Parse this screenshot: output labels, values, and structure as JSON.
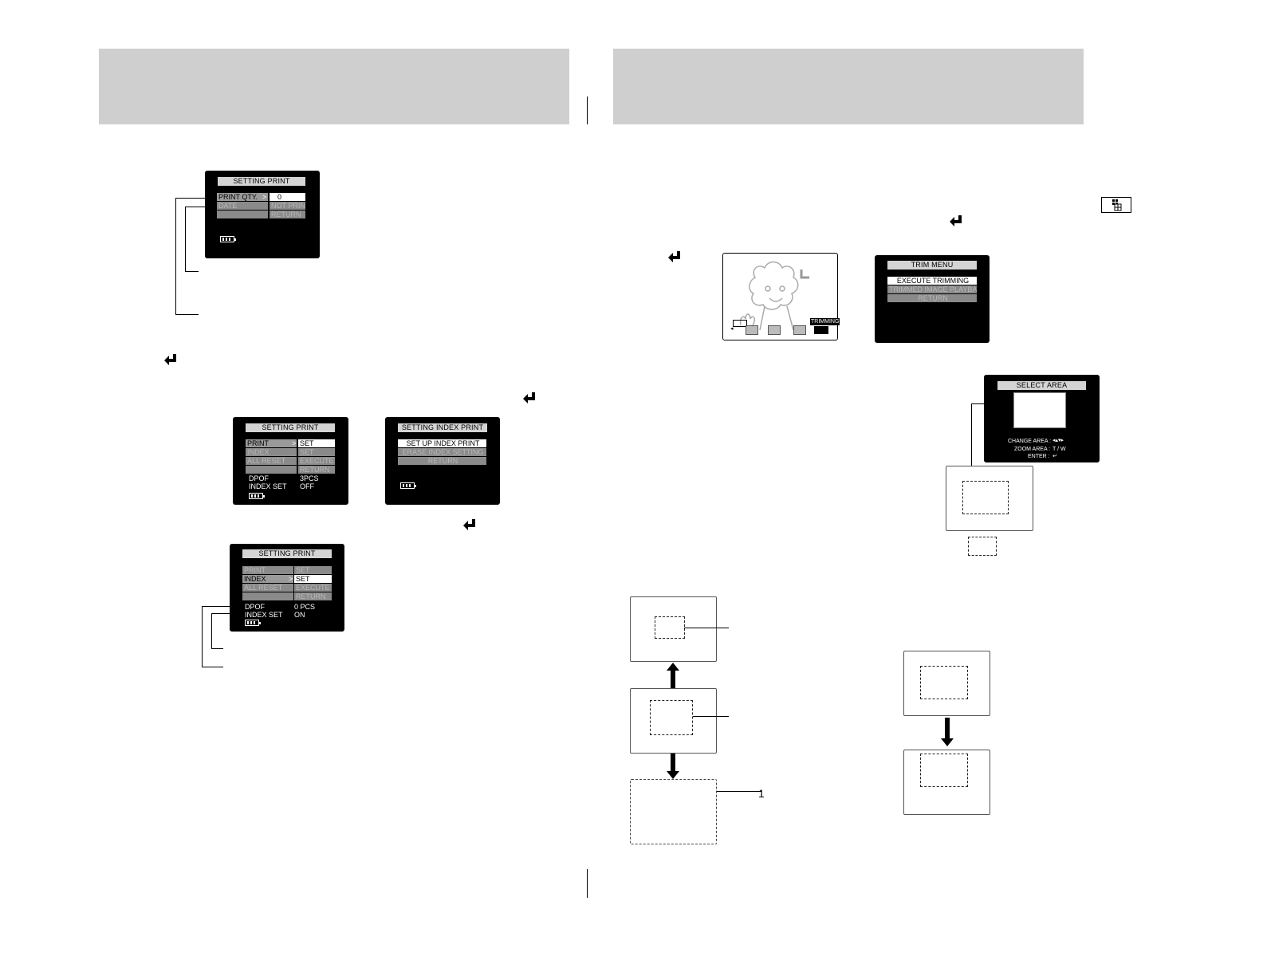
{
  "screens": {
    "setting_print_1": {
      "title": "SETTING PRINT",
      "rows": [
        {
          "label": "PRINT QTY.",
          "value": "0",
          "arrow": ">"
        },
        {
          "label": "DATE",
          "value": "NOT PRINT"
        },
        {
          "label": "",
          "value": "RETURN"
        }
      ]
    },
    "setting_print_2": {
      "title": "SETTING PRINT",
      "rows": [
        {
          "label": "PRINT",
          "value": "SET",
          "arrow": ">"
        },
        {
          "label": "INDEX",
          "value": "SET"
        },
        {
          "label": "ALL RESET",
          "value": "EXECUTE"
        },
        {
          "label": "",
          "value": "RETURN"
        }
      ],
      "info": [
        {
          "label": "DPOF",
          "value": "3PCS"
        },
        {
          "label": "INDEX SET",
          "value": "OFF"
        }
      ]
    },
    "setting_index_print": {
      "title": "SETTING INDEX PRINT",
      "rows": [
        "SET UP INDEX PRINT",
        "ERASE INDEX SETTING",
        "RETURN"
      ]
    },
    "setting_print_3": {
      "title": "SETTING PRINT",
      "rows": [
        {
          "label": "PRINT",
          "value": "SET"
        },
        {
          "label": "INDEX",
          "value": "SET",
          "arrow": ">"
        },
        {
          "label": "ALL RESET",
          "value": "EXECUTE"
        },
        {
          "label": "",
          "value": "RETURN"
        }
      ],
      "info": [
        {
          "label": "DPOF",
          "value": "0 PCS"
        },
        {
          "label": "INDEX SET",
          "value": "ON"
        }
      ]
    },
    "trim_menu": {
      "title": "TRIM MENU",
      "rows": [
        "EXECUTE TRIMMING",
        "TRIMMED IMAGE PLAYBACK",
        "RETURN"
      ]
    },
    "playback": {
      "badge": "TRIMMING"
    },
    "select_area": {
      "title": "SELECT AREA",
      "legend": [
        {
          "label": "CHANGE AREA :",
          "value": "◂▴▾▸"
        },
        {
          "label": "ZOOM AREA :",
          "value": "T / W"
        },
        {
          "label": "ENTER :",
          "value": "↵"
        }
      ]
    }
  },
  "callout_mark": "1",
  "icons": {
    "enter": "enter-icon",
    "battery": "battery-icon",
    "multi_frame": "multi-frame-icon"
  }
}
